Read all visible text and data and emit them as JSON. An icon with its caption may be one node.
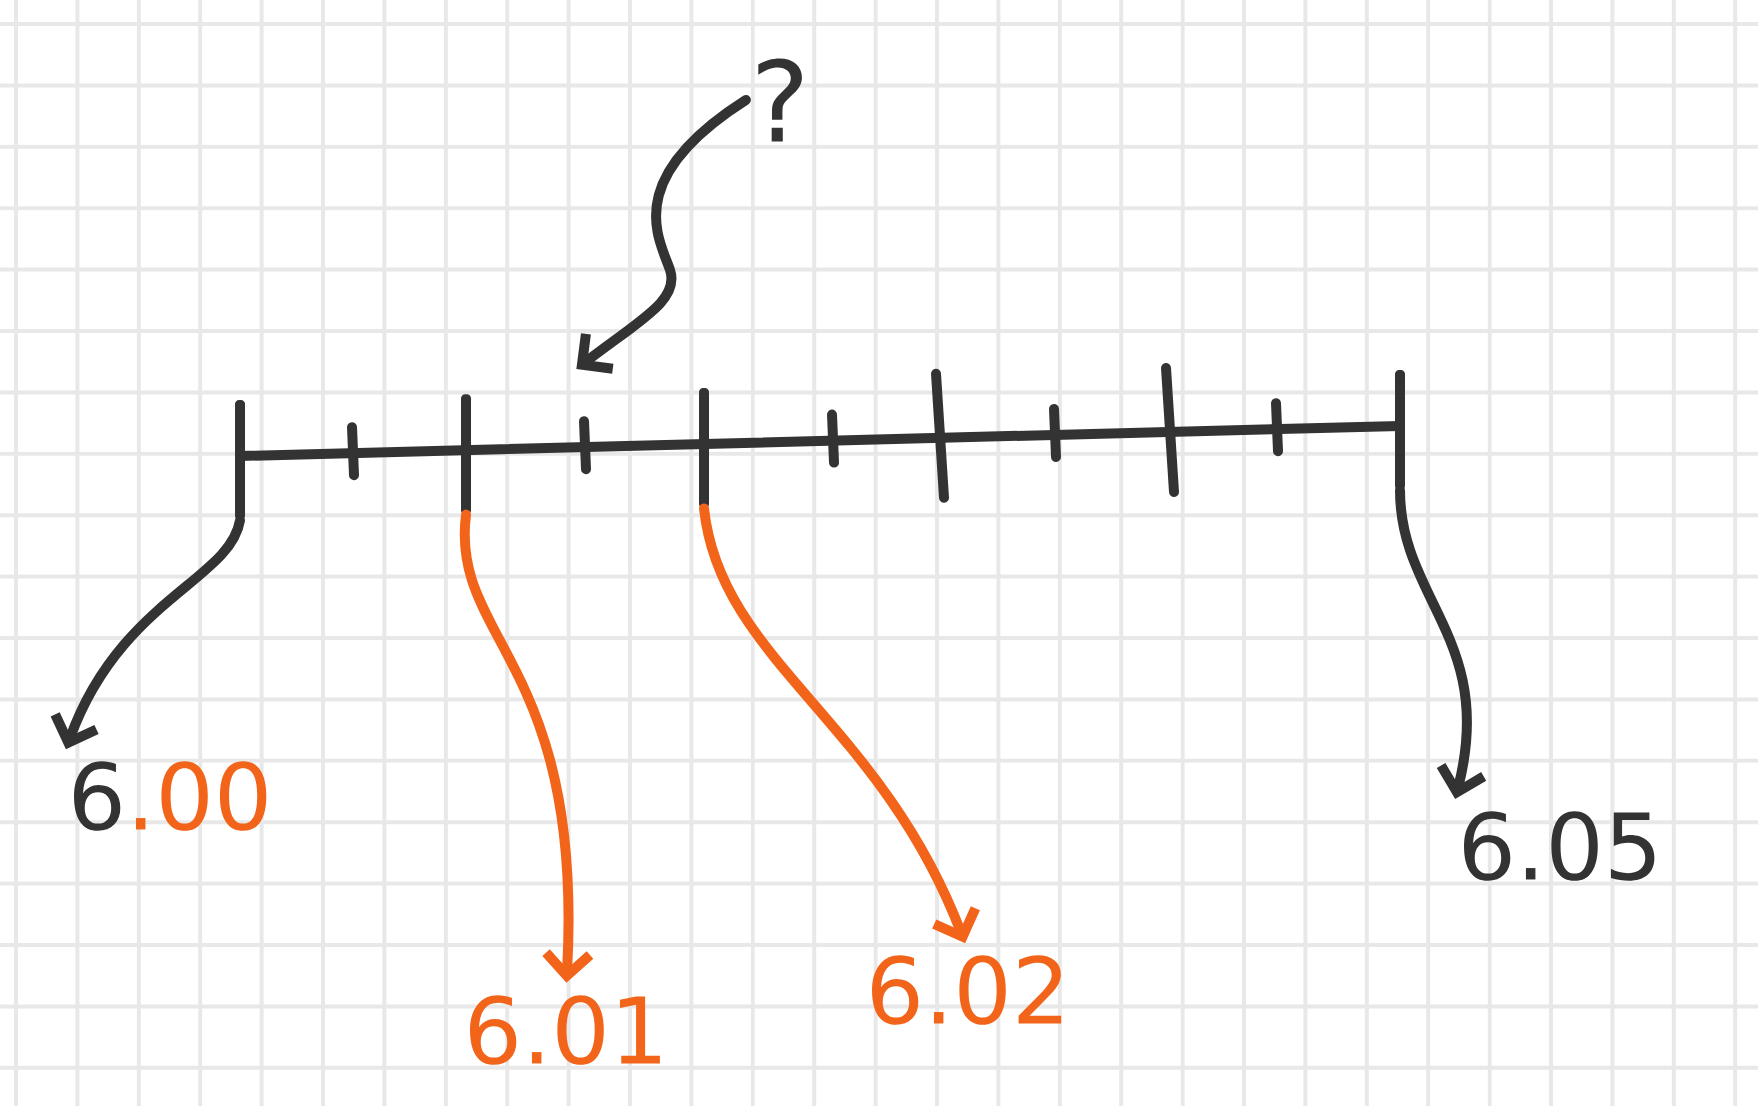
{
  "diagram": {
    "nodes": [
      {
        "text": [
          "?"
        ]
      },
      {
        "text": [],
        "shape": "tick"
      },
      {
        "text": [],
        "shape": "tick"
      },
      {
        "text": [],
        "shape": "tick"
      },
      {
        "text": [],
        "shape": "tick"
      },
      {
        "text": [
          "6",
          ".00"
        ]
      },
      {
        "text": [
          "6.01"
        ]
      },
      {
        "text": [
          "6.02"
        ]
      },
      {
        "text": [
          "6.05"
        ]
      }
    ],
    "edges": [
      {
        "from": 0,
        "to": null,
        "arrow": "to"
      },
      {
        "from": 1,
        "to": 5,
        "arrow": "to"
      },
      {
        "from": 2,
        "to": 6,
        "arrow": "to",
        "color": "#f26419"
      },
      {
        "from": 3,
        "to": 7,
        "arrow": "to",
        "color": "#f26419"
      },
      {
        "from": 4,
        "to": 8,
        "arrow": "to"
      }
    ]
  }
}
